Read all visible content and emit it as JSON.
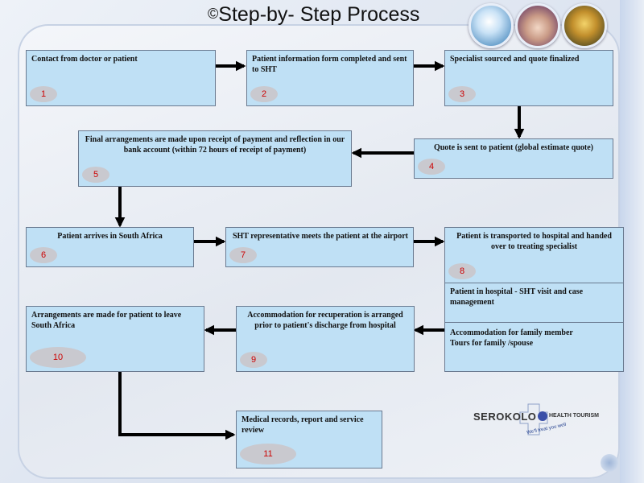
{
  "title": "Step-by- Step Process",
  "copyright_symbol": "©",
  "colors": {
    "box_fill": "#bfe0f5",
    "number_text": "#cc0000",
    "arrow": "#000000"
  },
  "steps": [
    {
      "id": "1",
      "text": "Contact from doctor or patient"
    },
    {
      "id": "2",
      "text": "Patient information form completed and sent to SHT"
    },
    {
      "id": "3",
      "text": "Specialist sourced and quote finalized"
    },
    {
      "id": "4",
      "text": "Quote is sent to patient (global estimate quote)"
    },
    {
      "id": "5",
      "text": "Final arrangements are made upon receipt of payment and reflection in our bank account (within 72 hours of receipt of payment)"
    },
    {
      "id": "6",
      "text": "Patient arrives in South Africa"
    },
    {
      "id": "7",
      "text": "SHT representative meets the patient at the airport"
    },
    {
      "id": "8",
      "text": "Patient is transported to hospital and handed over to treating specialist"
    },
    {
      "id": "8b",
      "text": "Patient in hospital - SHT visit and case management"
    },
    {
      "id": "8c",
      "text": "Accommodation for family member\nTours for family /spouse"
    },
    {
      "id": "9",
      "text": "Accommodation for recuperation is arranged prior to patient's discharge from hospital"
    },
    {
      "id": "10",
      "text": "Arrangements are made for patient to leave South Africa"
    },
    {
      "id": "11",
      "text": "Medical records, report and service review"
    }
  ],
  "logo": {
    "brand": "SEROKOLO",
    "subtitle": "HEALTH TOURISM",
    "tagline": "We'll treat you well"
  },
  "photos": [
    "medical-team-photo",
    "spa-massage-photo",
    "horse-safari-photo"
  ]
}
